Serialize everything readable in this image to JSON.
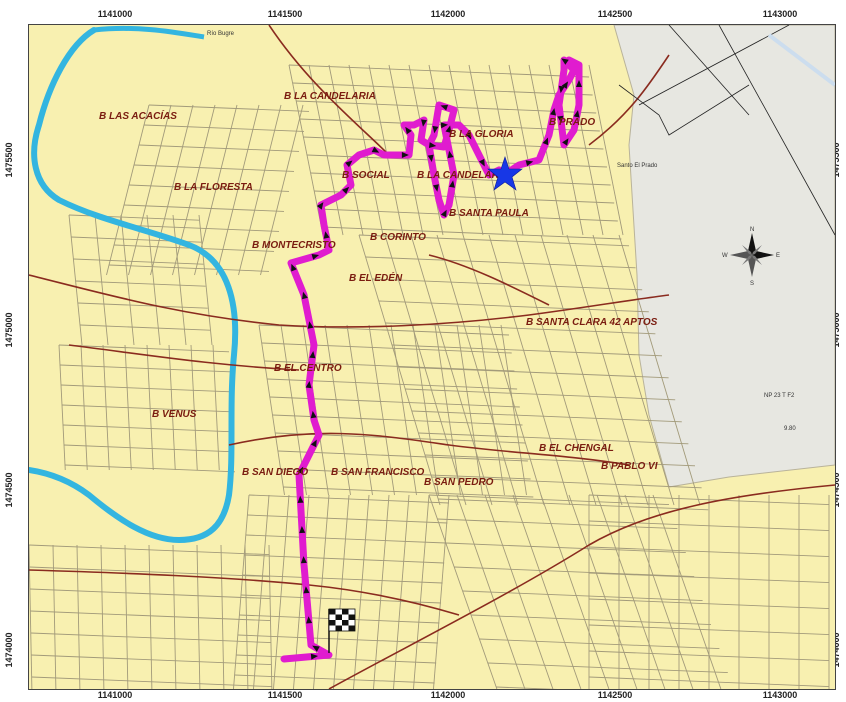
{
  "axes": {
    "x_ticks": [
      "1141000",
      "1141500",
      "1142000",
      "1142500",
      "1143000"
    ],
    "y_ticks": [
      "1475500",
      "1475000",
      "1474500",
      "1474000"
    ]
  },
  "colors": {
    "land": "#f8f0b0",
    "street": "#a29a7a",
    "road_major": "#8a2b1f",
    "river": "#33b5e0",
    "route": "#e01ccf",
    "start_star": "#1737e6",
    "right_zone": "#e7e7e1"
  },
  "neighborhoods": [
    {
      "name": "B LAS ACACÍAS"
    },
    {
      "name": "B LA CANDELARIA"
    },
    {
      "name": "B LA GLORIA"
    },
    {
      "name": "B PRADO"
    },
    {
      "name": "B LA FLORESTA"
    },
    {
      "name": "B SOCIAL"
    },
    {
      "name": "B LA CANDELARIA"
    },
    {
      "name": "B SANTA PAULA"
    },
    {
      "name": "B MONTECRISTO"
    },
    {
      "name": "B CORINTO"
    },
    {
      "name": "B EL EDÉN"
    },
    {
      "name": "B SANTA CLARA 42 APTOS"
    },
    {
      "name": "B EL CENTRO"
    },
    {
      "name": "B VENUS"
    },
    {
      "name": "B EL CHENGAL"
    },
    {
      "name": "B PABLO VI"
    },
    {
      "name": "B SAN DIEGO"
    },
    {
      "name": "B SAN FRANCISCO"
    },
    {
      "name": "B SAN PEDRO"
    }
  ],
  "small_labels": {
    "river_name": "Río Bugre",
    "landmark": "Santo El Prado",
    "zone_code": "NP 23 T F2",
    "zone_num": "9.80"
  },
  "compass": {
    "n": "N",
    "s": "S",
    "e": "E",
    "w": "W"
  },
  "icons": {
    "start": "star-icon",
    "finish": "checkered-flag-icon",
    "compass": "compass-rose-icon"
  }
}
